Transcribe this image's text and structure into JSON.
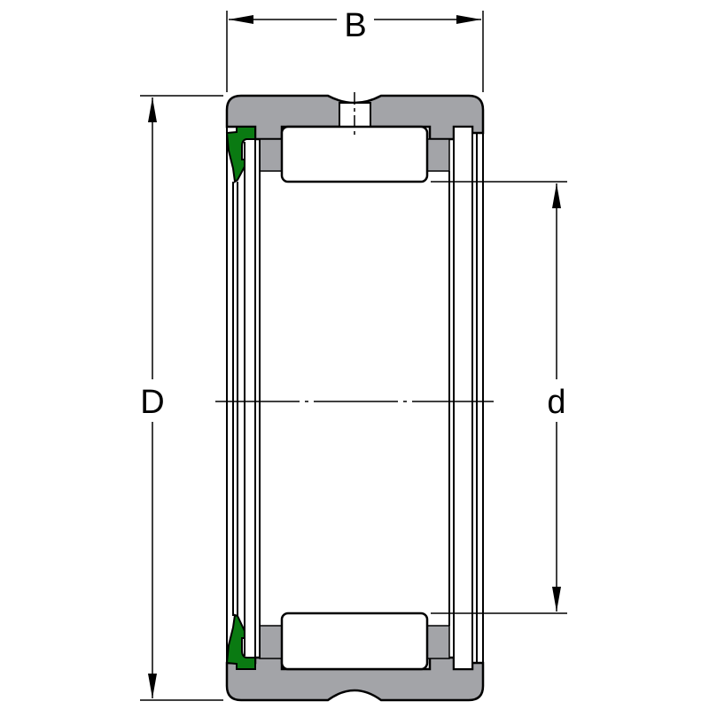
{
  "labels": {
    "width": "B",
    "outer_diameter": "D",
    "inner_diameter": "d"
  },
  "colors": {
    "ring": "#a3a4a8",
    "seal": "#0a7a12",
    "line": "#000000",
    "background": "#ffffff"
  }
}
